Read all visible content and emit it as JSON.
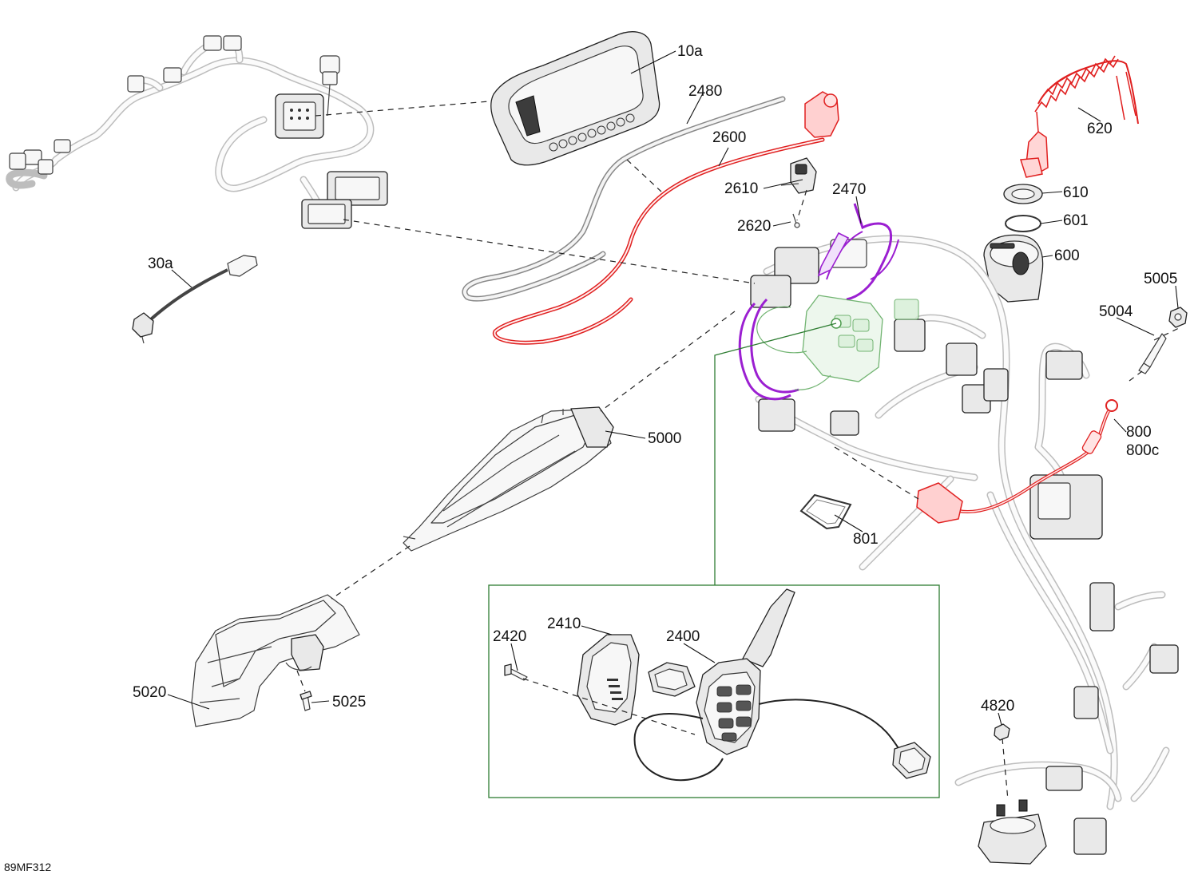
{
  "labels": {
    "p10a": "10a",
    "p2480": "2480",
    "p2600": "2600",
    "p2610": "2610",
    "p2620": "2620",
    "p2470": "2470",
    "p620": "620",
    "p610": "610",
    "p601": "601",
    "p600": "600",
    "p5005": "5005",
    "p5004": "5004",
    "p30a": "30a",
    "p5000": "5000",
    "p800": "800",
    "p800c": "800c",
    "p801": "801",
    "p2420": "2420",
    "p2410": "2410",
    "p2400": "2400",
    "p5020": "5020",
    "p5025": "5025",
    "p4820": "4820"
  },
  "figure_code": "89MF312",
  "colors": {
    "highlight_red": "#e02020",
    "highlight_purple": "#9b1fd1",
    "highlight_green": "#2e8b2e",
    "detail_frame": "#2e7d32",
    "line": "#222222"
  }
}
